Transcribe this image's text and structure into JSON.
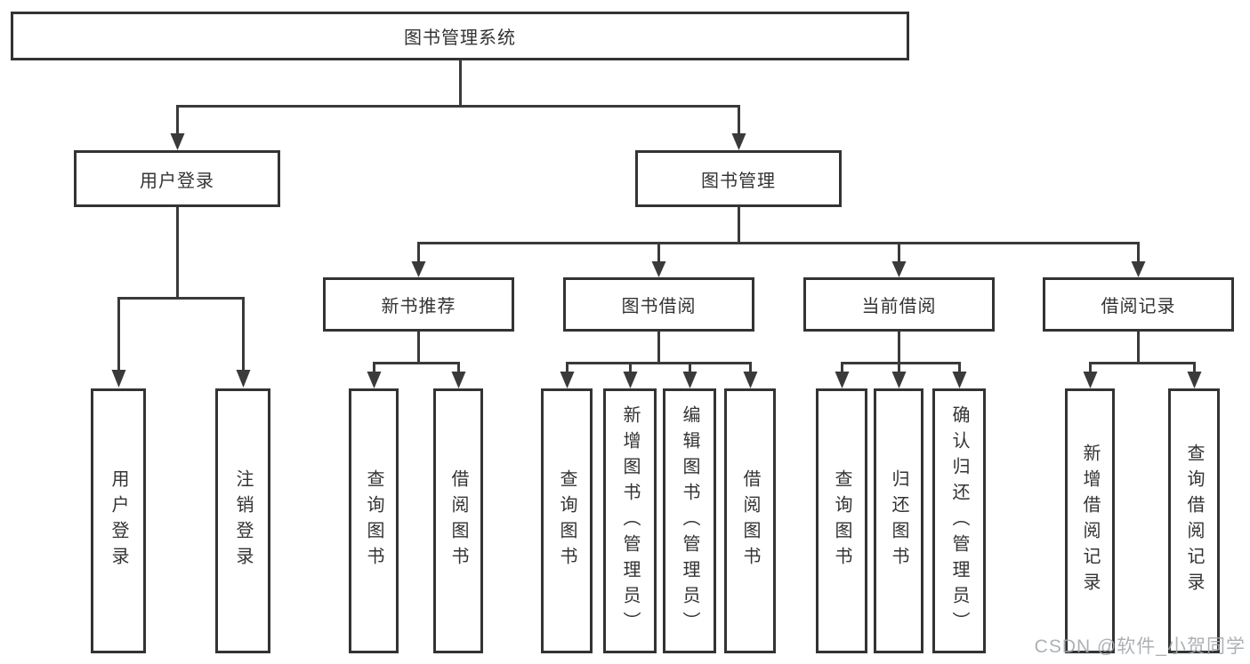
{
  "colors": {
    "line": "#3a3a3a",
    "box_border": "#333333",
    "text": "#333333",
    "watermark": "#a4a8ad",
    "background": "#ffffff"
  },
  "root": {
    "label": "图书管理系统"
  },
  "branches": [
    {
      "label": "用户登录",
      "leaves": [
        {
          "label": "用户登录"
        },
        {
          "label": "注销登录"
        }
      ]
    },
    {
      "label": "图书管理"
    }
  ],
  "modules": [
    {
      "label": "新书推荐",
      "leaves": [
        {
          "label": "查询图书"
        },
        {
          "label": "借阅图书"
        }
      ]
    },
    {
      "label": "图书借阅",
      "leaves": [
        {
          "label": "查询图书"
        },
        {
          "label": "新增图书（管理员）"
        },
        {
          "label": "编辑图书（管理员）"
        },
        {
          "label": "借阅图书"
        }
      ]
    },
    {
      "label": "当前借阅",
      "leaves": [
        {
          "label": "查询图书"
        },
        {
          "label": "归还图书"
        },
        {
          "label": "确认归还（管理员）"
        }
      ]
    },
    {
      "label": "借阅记录",
      "leaves": [
        {
          "label": "新增借阅记录"
        },
        {
          "label": "查询借阅记录"
        }
      ]
    }
  ],
  "watermark": {
    "text": "CSDN @软件_小贺同学"
  }
}
